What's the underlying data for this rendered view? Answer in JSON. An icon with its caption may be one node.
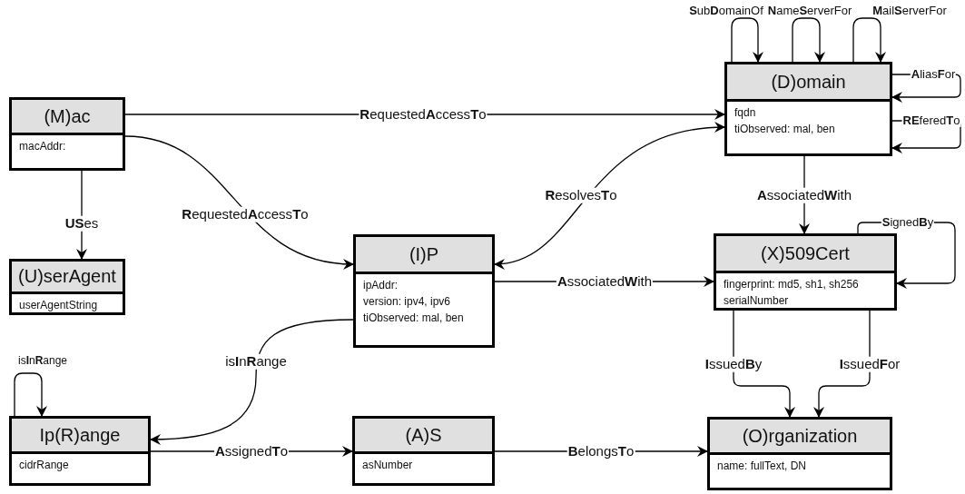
{
  "diagram": {
    "nodes": [
      {
        "text": [
          "(M)ac",
          "macAddr:"
        ]
      },
      {
        "text": [
          "(D)omain",
          "fqdn",
          "tiObserved: mal, ben"
        ]
      },
      {
        "text": [
          "(U)serAgent",
          "userAgentString"
        ]
      },
      {
        "text": [
          "(I)P",
          "ipAddr:",
          "version: ipv4, ipv6",
          "tiObserved: mal, ben"
        ]
      },
      {
        "text": [
          "(X)509Cert",
          "fingerprint: md5, sh1, sh256",
          "serialNumber"
        ]
      },
      {
        "text": [
          "Ip(R)ange",
          "cidrRange"
        ]
      },
      {
        "text": [
          "(A)S",
          "asNumber"
        ]
      },
      {
        "text": [
          "(O)rganization",
          "name: fullText, DN"
        ]
      }
    ],
    "edges": [
      {
        "from": 0,
        "to": 1,
        "arrow": "to",
        "label": "**R**equested**A**ccess**T**o"
      },
      {
        "from": 0,
        "to": 2,
        "arrow": "to",
        "label": "**US**es"
      },
      {
        "from": 0,
        "to": 3,
        "arrow": "to",
        "label": "**R**equested**A**ccess**T**o"
      },
      {
        "from": 1,
        "to": 3,
        "arrow": "both",
        "label": "**R**esolves**T**o"
      },
      {
        "from": 1,
        "to": 1,
        "arrow": "to",
        "label": "**S**ub**D**omainOf"
      },
      {
        "from": 1,
        "to": 1,
        "arrow": "to",
        "label": "**N**ame**S**erverFor"
      },
      {
        "from": 1,
        "to": 1,
        "arrow": "to",
        "label": "**M**ail**S**erverFor"
      },
      {
        "from": 1,
        "to": 1,
        "arrow": "to",
        "label": "**A**lias**F**or"
      },
      {
        "from": 1,
        "to": 1,
        "arrow": "to",
        "label": "**RE**fered**T**o"
      },
      {
        "from": 1,
        "to": 4,
        "arrow": "to",
        "label": "**A**ssociated**W**ith"
      },
      {
        "from": 3,
        "to": 4,
        "arrow": "to",
        "label": "**A**ssociated**W**ith"
      },
      {
        "from": 4,
        "to": 4,
        "arrow": "to",
        "label": "**S**igned**B**y"
      },
      {
        "from": 4,
        "to": 7,
        "arrow": "to",
        "label": "**I**ssued**B**y"
      },
      {
        "from": 4,
        "to": 7,
        "arrow": "to",
        "label": "**I**ssued**F**or"
      },
      {
        "from": 3,
        "to": 5,
        "arrow": "to",
        "label": "is**I**n**R**ange"
      },
      {
        "from": 5,
        "to": 5,
        "arrow": "to",
        "label": "is**I**n**R**ange"
      },
      {
        "from": 5,
        "to": 6,
        "arrow": "to",
        "label": "**A**ssigned**T**o"
      },
      {
        "from": 6,
        "to": 7,
        "arrow": "to",
        "label": "**B**elongs**T**o"
      }
    ]
  }
}
